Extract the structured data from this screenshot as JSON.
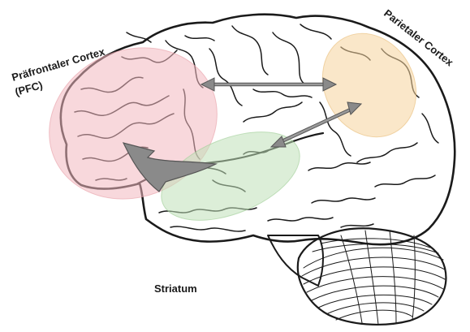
{
  "diagram": {
    "labels": {
      "pfc_line1": "Präfrontaler Cortex",
      "pfc_line2": "(PFC)",
      "parietal": "Parietaler Cortex",
      "striatum": "Striatum"
    },
    "regions": [
      {
        "name": "pfc",
        "color": "#f2b8bf",
        "opacity": 0.55
      },
      {
        "name": "parietal",
        "color": "#f6d39c",
        "opacity": 0.55
      },
      {
        "name": "striatum",
        "color": "#bfe0b8",
        "opacity": 0.55
      }
    ],
    "arrow_color": "#8a8a8a",
    "arrow_stroke": "#555555"
  }
}
